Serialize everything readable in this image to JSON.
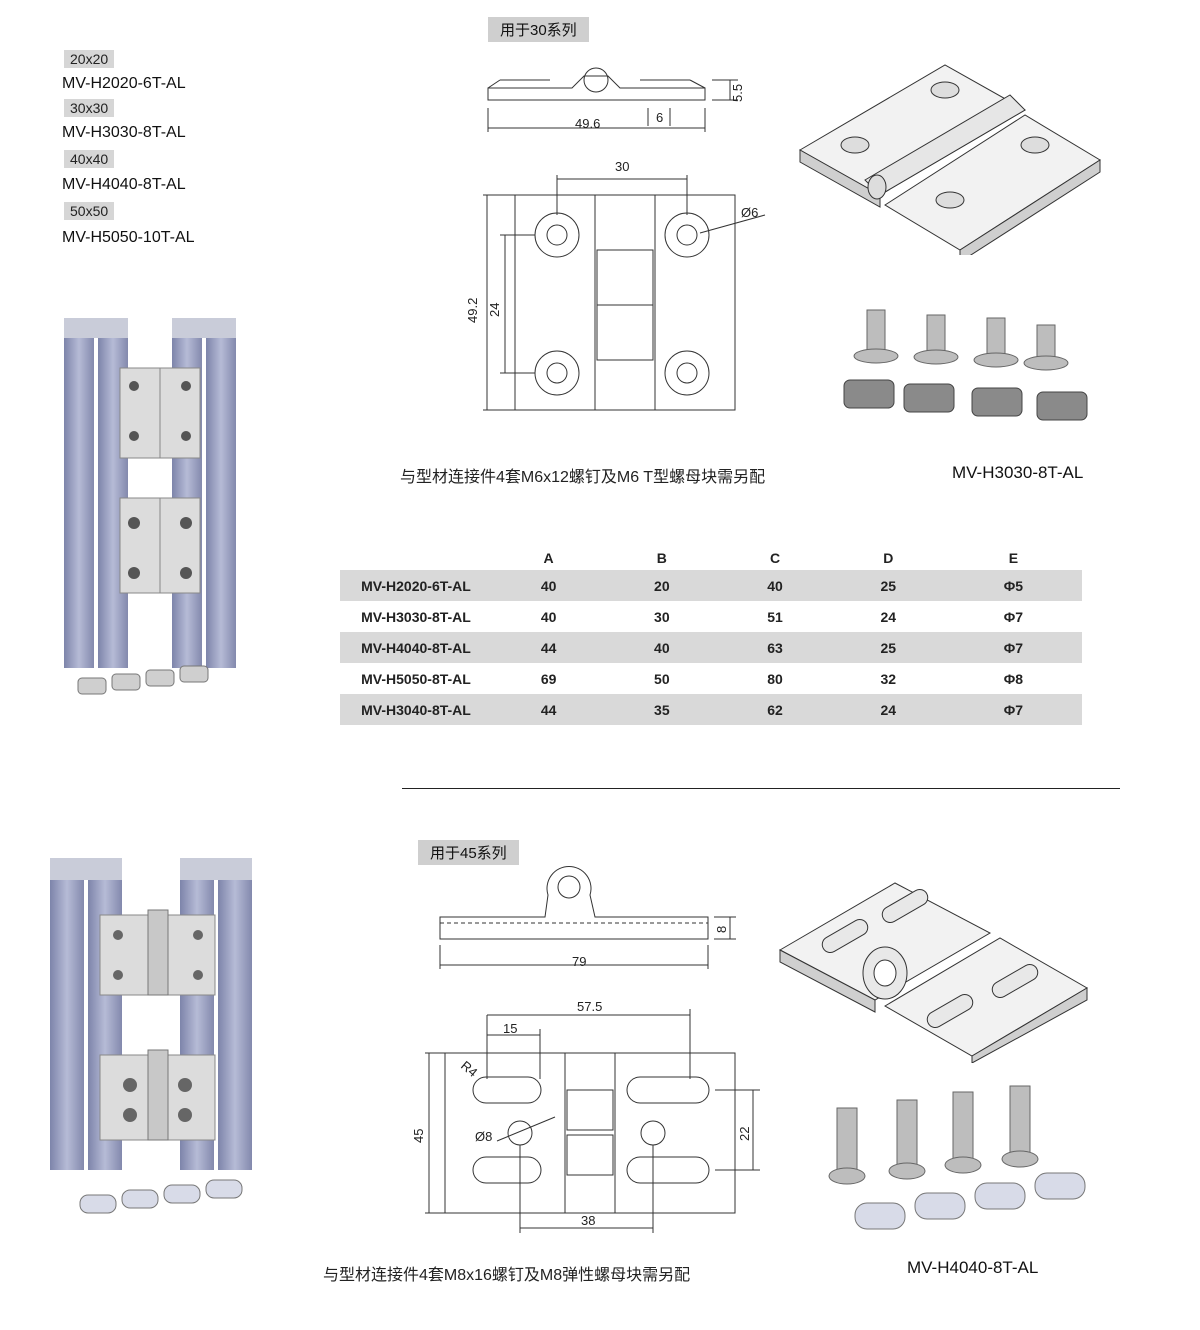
{
  "sizes": [
    {
      "size": "20x20",
      "model": "MV-H2020-6T-AL"
    },
    {
      "size": "30x30",
      "model": "MV-H3030-8T-AL"
    },
    {
      "size": "40x40",
      "model": "MV-H4040-8T-AL"
    },
    {
      "size": "50x50",
      "model": "MV-H5050-10T-AL"
    }
  ],
  "section30": {
    "series_label": "用于30系列",
    "caption": "与型材连接件4套M6x12螺钉及M6 T型螺母块需另配",
    "model_caption": "MV-H3030-8T-AL",
    "dims": {
      "width": "49.6",
      "height": "5.5",
      "offset": "6",
      "hole_spacing": "30",
      "hole_dia": "Ø6",
      "length": "49.2",
      "vspacing": "24"
    }
  },
  "table": {
    "headers": [
      "",
      "A",
      "B",
      "C",
      "D",
      "E"
    ],
    "rows": [
      [
        "MV-H2020-6T-AL",
        "40",
        "20",
        "40",
        "25",
        "Φ5"
      ],
      [
        "MV-H3030-8T-AL",
        "40",
        "30",
        "51",
        "24",
        "Φ7"
      ],
      [
        "MV-H4040-8T-AL",
        "44",
        "40",
        "63",
        "25",
        "Φ7"
      ],
      [
        "MV-H5050-8T-AL",
        "69",
        "50",
        "80",
        "32",
        "Φ8"
      ],
      [
        "MV-H3040-8T-AL",
        "44",
        "35",
        "62",
        "24",
        "Φ7"
      ]
    ]
  },
  "section45": {
    "series_label": "用于45系列",
    "caption": "与型材连接件4套M8x16螺钉及M8弹性螺母块需另配",
    "model_caption": "MV-H4040-8T-AL",
    "dims": {
      "width": "79",
      "thickness": "8",
      "hole_spacing": "57.5",
      "slot": "15",
      "radius": "R4",
      "hole_dia": "Ø8",
      "height": "45",
      "vspacing": "22",
      "bottom": "38"
    }
  },
  "colors": {
    "profile": "#9ea4c4",
    "badge": "#d6d6d6",
    "table_shade": "#d9d9d9"
  }
}
